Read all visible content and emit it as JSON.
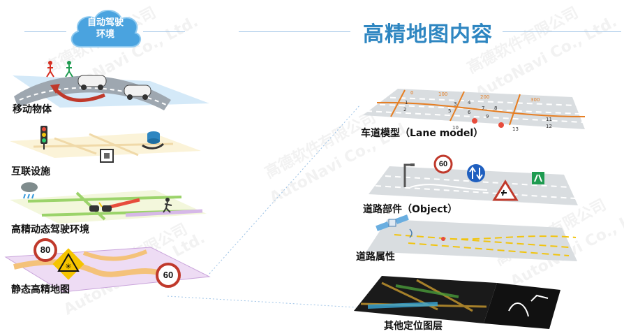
{
  "left": {
    "cloud_label_line1": "自动驾驶",
    "cloud_label_line2": "环境",
    "layers": [
      {
        "label": "移动物体",
        "icon": "moving-objects"
      },
      {
        "label": "互联设施",
        "icon": "connected-infrastructure"
      },
      {
        "label": "高精动态驾驶环境",
        "icon": "dynamic-driving-environment"
      },
      {
        "label": "静态高精地图",
        "icon": "static-hd-map"
      }
    ],
    "speed_signs": [
      "80",
      "60"
    ]
  },
  "right": {
    "title": "高精地图内容",
    "layers": [
      {
        "label": "车道模型（Lane model）"
      },
      {
        "label": "道路部件（Object）"
      },
      {
        "label": "道路属性"
      },
      {
        "label": "其他定位图层"
      }
    ],
    "lane_numbers": [
      "0",
      "100",
      "200",
      "300",
      "1",
      "2",
      "3",
      "4",
      "5",
      "6",
      "7",
      "8",
      "9",
      "10",
      "11",
      "12",
      "13"
    ],
    "object_speed_sign": "60"
  },
  "watermark": {
    "cn": "高德软件有限公司",
    "en": "AutoNavi Co., Ltd."
  },
  "colors": {
    "accent_blue": "#2e86c1",
    "line_blue": "#9dc3e6",
    "sign_red": "#c0392b",
    "lane_orange": "#e67e22"
  }
}
